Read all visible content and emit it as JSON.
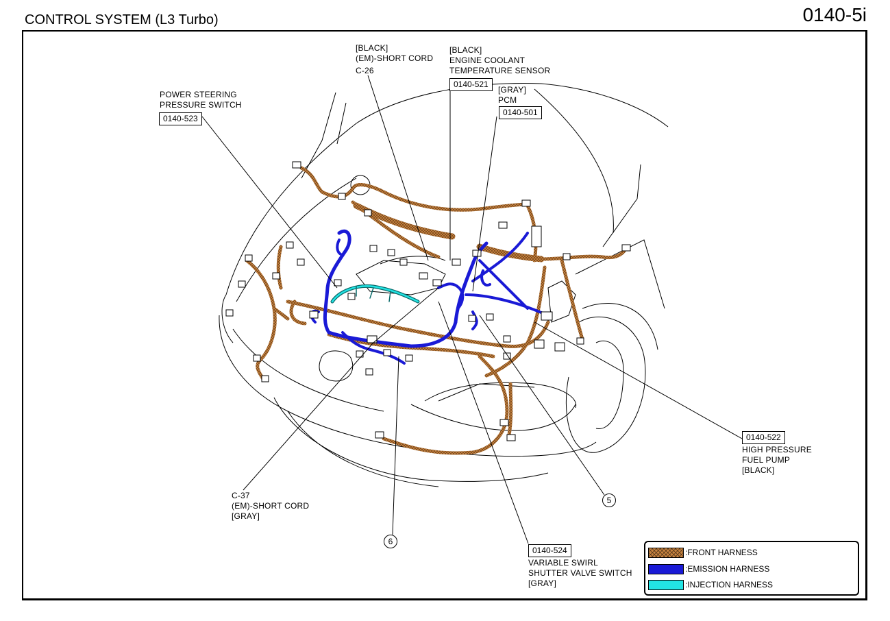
{
  "header": {
    "title": "CONTROL SYSTEM (L3 Turbo)",
    "page_code": "0140-5i"
  },
  "callouts": {
    "c26": {
      "l1": "[BLACK]",
      "l2": "(EM)-SHORT CORD",
      "l3": "C-26"
    },
    "ect": {
      "l1": "[BLACK]",
      "l2": "ENGINE COOLANT",
      "l3": "TEMPERATURE SENSOR",
      "ref": "0140-521"
    },
    "pcm": {
      "l1": "[GRAY]",
      "l2": "PCM",
      "ref": "0140-501"
    },
    "pss": {
      "l1": "POWER STEERING",
      "l2": "PRESSURE SWITCH",
      "ref": "0140-523"
    },
    "hpfp": {
      "ref": "0140-522",
      "l1": "HIGH PRESSURE",
      "l2": "FUEL PUMP",
      "l3": "[BLACK]"
    },
    "c37": {
      "l1": "C-37",
      "l2": "(EM)-SHORT CORD",
      "l3": "[GRAY]"
    },
    "vss": {
      "ref": "0140-524",
      "l1": "VARIABLE SWIRL",
      "l2": "SHUTTER VALVE SWITCH",
      "l3": "[GRAY]"
    },
    "n5": "5",
    "n6": "6"
  },
  "legend": {
    "items": [
      {
        "label": ":FRONT HARNESS",
        "color": "#c9843f"
      },
      {
        "label": ":EMISSION HARNESS",
        "color": "#1a1ad6"
      },
      {
        "label": ":INJECTION HARNESS",
        "color": "#22e4e4"
      }
    ]
  }
}
